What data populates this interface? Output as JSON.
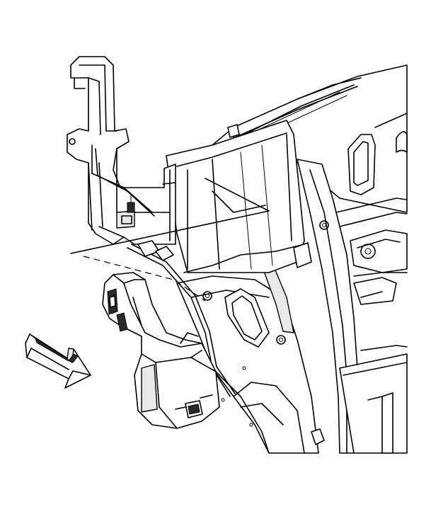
{
  "figure": {
    "parts": [
      {
        "name": "mounting-bracket"
      },
      {
        "name": "module-housing"
      },
      {
        "name": "electrical-connector"
      },
      {
        "name": "wiring-harness"
      },
      {
        "name": "vehicle-body-structure"
      }
    ],
    "indicators": [
      {
        "name": "direction-arrow",
        "icon": "arrow-icon"
      }
    ],
    "colors": {
      "line": "#000000",
      "background": "#ffffff",
      "shade": "#e9e9e9"
    }
  }
}
